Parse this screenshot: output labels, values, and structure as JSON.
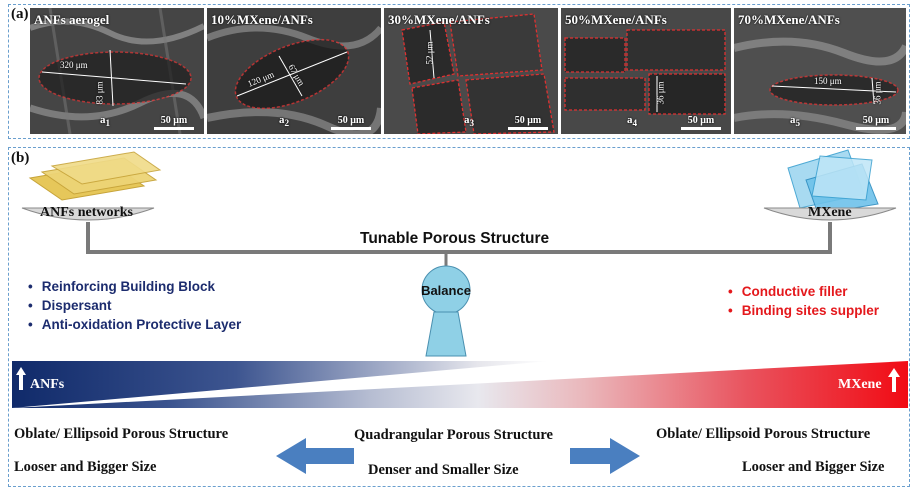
{
  "panel_a": {
    "label": "(a)",
    "images": [
      {
        "title": "ANFs aerogel",
        "measures": [
          "320 μm",
          "83 μm"
        ],
        "sub_letter": "a",
        "sub_index": "1",
        "scale": "50 μm"
      },
      {
        "title": "10%MXene/ANFs",
        "measures": [
          "120 μm",
          "67 μm"
        ],
        "sub_letter": "a",
        "sub_index": "2",
        "scale": "50 μm"
      },
      {
        "title": "30%MXene/ANFs",
        "measures": [
          "52 μm"
        ],
        "sub_letter": "a",
        "sub_index": "3",
        "scale": "50 μm"
      },
      {
        "title": "50%MXene/ANFs",
        "measures": [
          "36 μm"
        ],
        "sub_letter": "a",
        "sub_index": "4",
        "scale": "50 μm"
      },
      {
        "title": "70%MXene/ANFs",
        "measures": [
          "150 μm",
          "36 μm"
        ],
        "sub_letter": "a",
        "sub_index": "5",
        "scale": "50 μm"
      }
    ]
  },
  "panel_b": {
    "label": "(b)",
    "left_plate": "ANFs networks",
    "right_plate": "MXene",
    "beam_title": "Tunable Porous Structure",
    "pivot_label": "Balance",
    "left_bullets": [
      "Reinforcing Building Block",
      "Dispersant",
      "Anti-oxidation Protective Layer"
    ],
    "right_bullets": [
      "Conductive filler",
      "Binding sites suppler"
    ],
    "bar_left": "ANFs",
    "bar_right": "MXene",
    "left_structure": "Oblate/ Ellipsoid  Porous Structure",
    "left_size": "Looser and Bigger Size",
    "center_structure": "Quadrangular Porous Structure",
    "center_size": "Denser and Smaller Size",
    "right_structure": "Oblate/ Ellipsoid  Porous Structure",
    "right_size": "Looser and Bigger Size"
  },
  "colors": {
    "left_accent": "#1c2c6e",
    "right_accent": "#e4181c",
    "arrow_blue": "#4a7fc0",
    "frame_dash": "#6a9fce",
    "ellipse_red": "#e03030"
  }
}
